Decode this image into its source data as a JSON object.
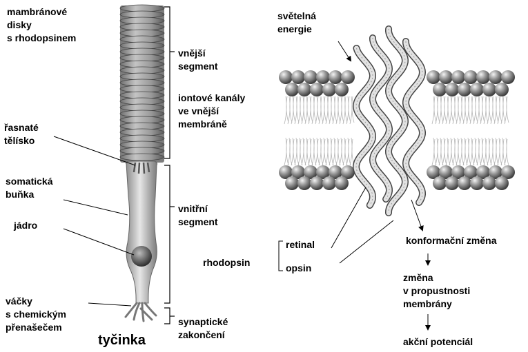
{
  "rod": {
    "title": "tyčinka",
    "labels": {
      "discs": "mambránové\ndisky\ns rhodopsinem",
      "outer_segment": "vnější\nsegment",
      "ion_channels": "iontové kanály\nve vnější\nmembráně",
      "ciliary_body": "řasnaté\ntělísko",
      "soma": "somatická\nbuňka",
      "nucleus": "jádro",
      "inner_segment": "vnitřní\nsegment",
      "vesicles": "váčky\ns chemickým\npřenašečem",
      "synaptic": "synaptické\nzakončení"
    }
  },
  "membrane": {
    "light": "světelná\nenergie",
    "rhodopsin": "rhodopsin",
    "retinal": "retinal",
    "opsin": "opsin",
    "steps": [
      "konformační změna",
      "změna\nv propustnosti\nmembrány",
      "akční potenciál"
    ]
  },
  "colors": {
    "text": "#000000",
    "sphere": "#8a8a8a",
    "disc": "#9a9a9a",
    "ribbon": "#d8d8d8"
  }
}
